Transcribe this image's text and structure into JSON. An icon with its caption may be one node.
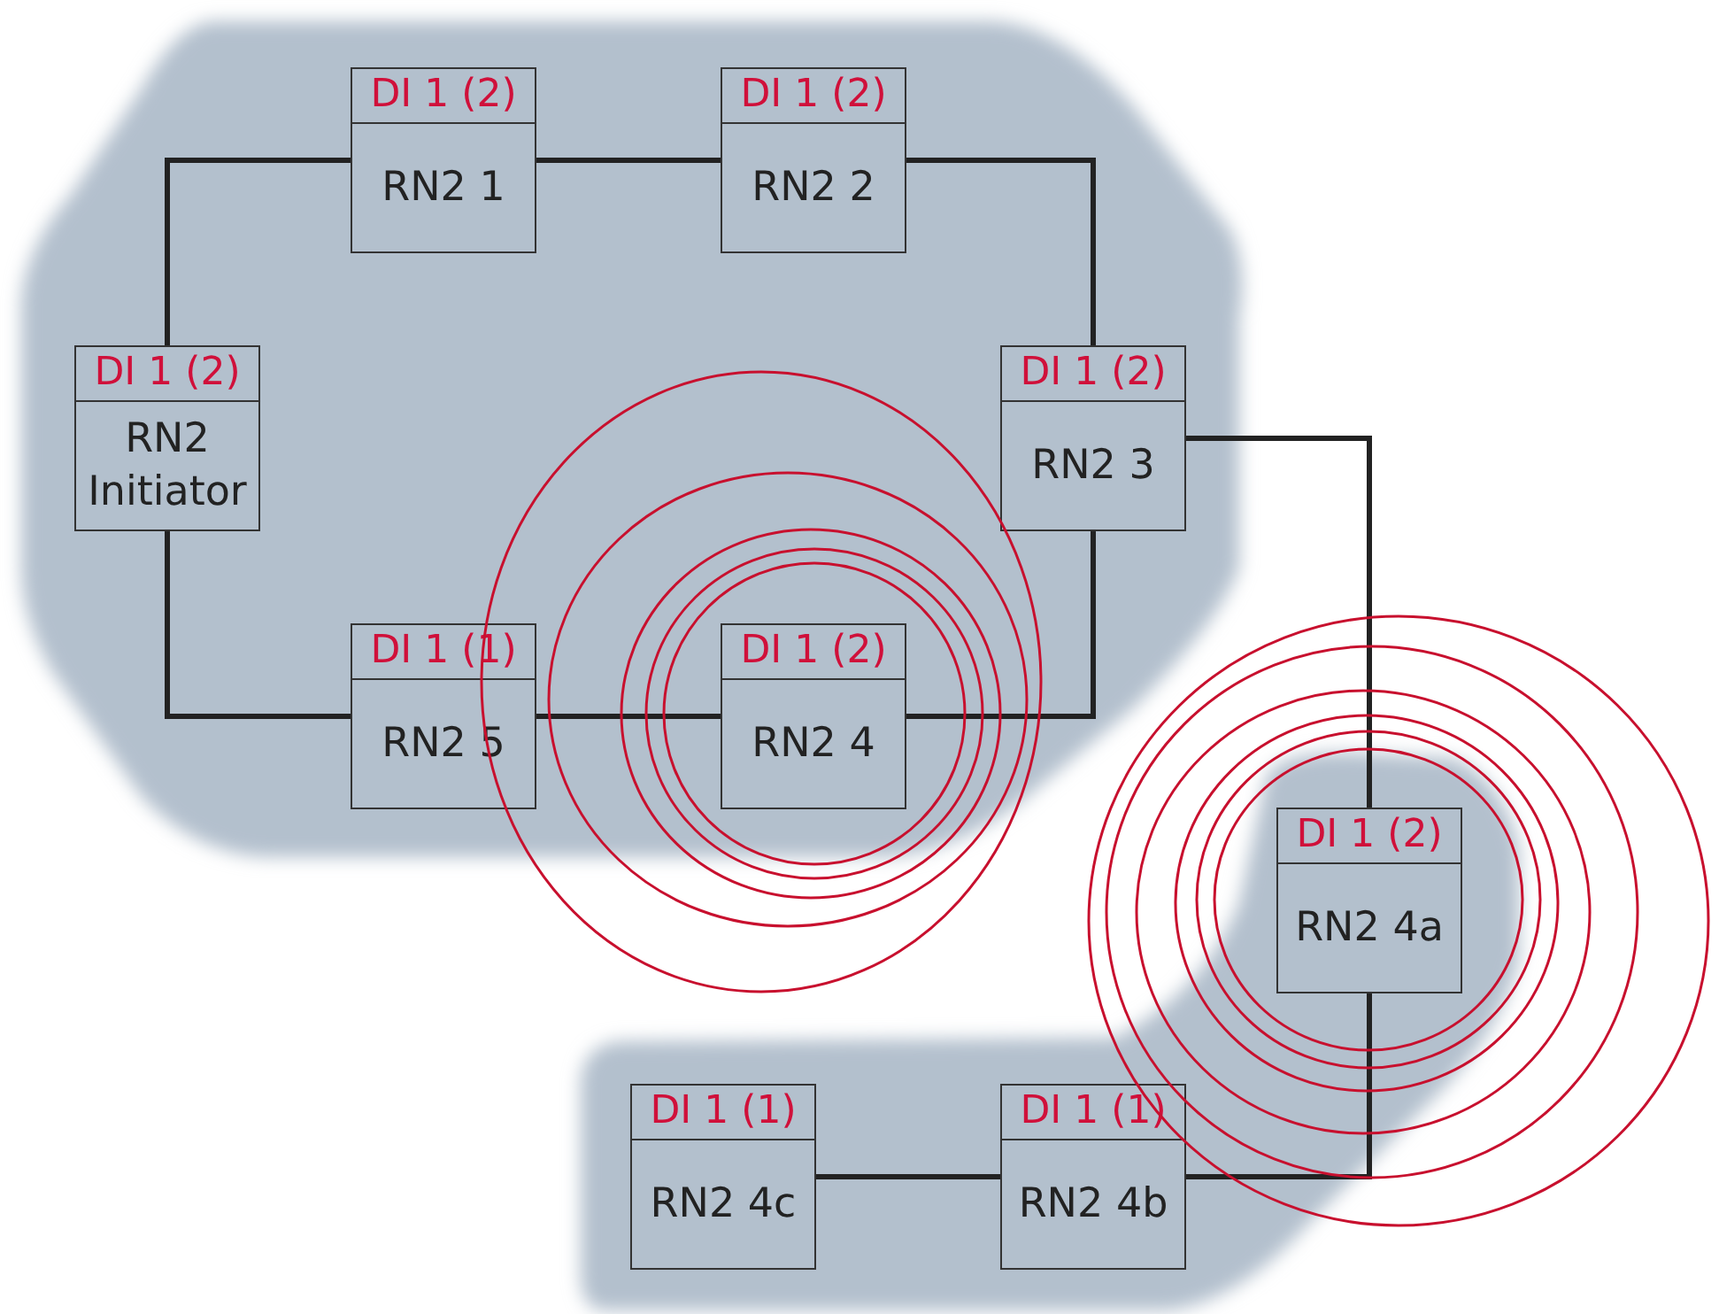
{
  "diagram": {
    "nodes": [
      {
        "text": [
          "DI 1 (2)",
          "RN2 1"
        ]
      },
      {
        "text": [
          "DI 1 (2)",
          "RN2 2"
        ]
      },
      {
        "text": [
          "DI 1 (2)",
          "RN2 Initiator"
        ]
      },
      {
        "text": [
          "DI 1 (2)",
          "RN2 3"
        ]
      },
      {
        "text": [
          "DI 1 (1)",
          "RN2 5"
        ]
      },
      {
        "text": [
          "DI 1 (2)",
          "RN2 4"
        ]
      },
      {
        "text": [
          "DI 1 (2)",
          "RN2 4a"
        ]
      },
      {
        "text": [
          "DI 1 (1)",
          "RN2 4c"
        ]
      },
      {
        "text": [
          "DI 1 (1)",
          "RN2 4b"
        ]
      }
    ],
    "edges": [
      {
        "from": 2,
        "to": 0,
        "arrow": "none"
      },
      {
        "from": 0,
        "to": 1,
        "arrow": "none"
      },
      {
        "from": 1,
        "to": 3,
        "arrow": "none"
      },
      {
        "from": 3,
        "to": 5,
        "arrow": "none"
      },
      {
        "from": 5,
        "to": 4,
        "arrow": "none"
      },
      {
        "from": 4,
        "to": 2,
        "arrow": "none"
      },
      {
        "from": 3,
        "to": 6,
        "arrow": "none"
      },
      {
        "from": 6,
        "to": 8,
        "arrow": "none"
      },
      {
        "from": 8,
        "to": 7,
        "arrow": "none"
      }
    ]
  }
}
